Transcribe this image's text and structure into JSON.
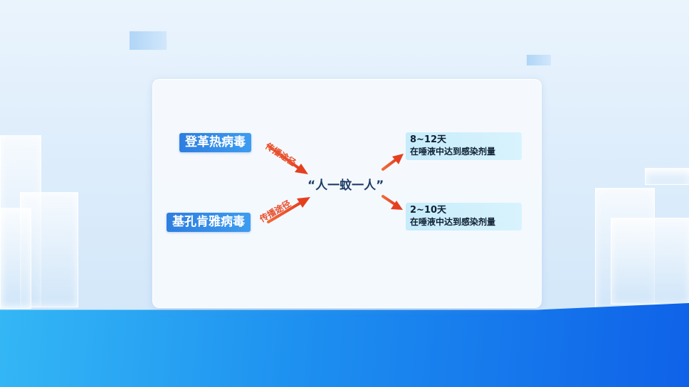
{
  "viruses": {
    "dengue": "登革热病毒",
    "chikungunya": "基孔肯雅病毒"
  },
  "route_label": "传播途径",
  "center_text": "“人一蚊一人”",
  "results": [
    {
      "days": "8~12天",
      "desc": "在唾液中达到感染剂量"
    },
    {
      "days": "2~10天",
      "desc": "在唾液中达到感染剂量"
    }
  ],
  "colors": {
    "virus_label": "#2d7ee0",
    "arrow": "#e84c2b",
    "result_box": "#c7ecfb",
    "center_text": "#1f3d66"
  }
}
